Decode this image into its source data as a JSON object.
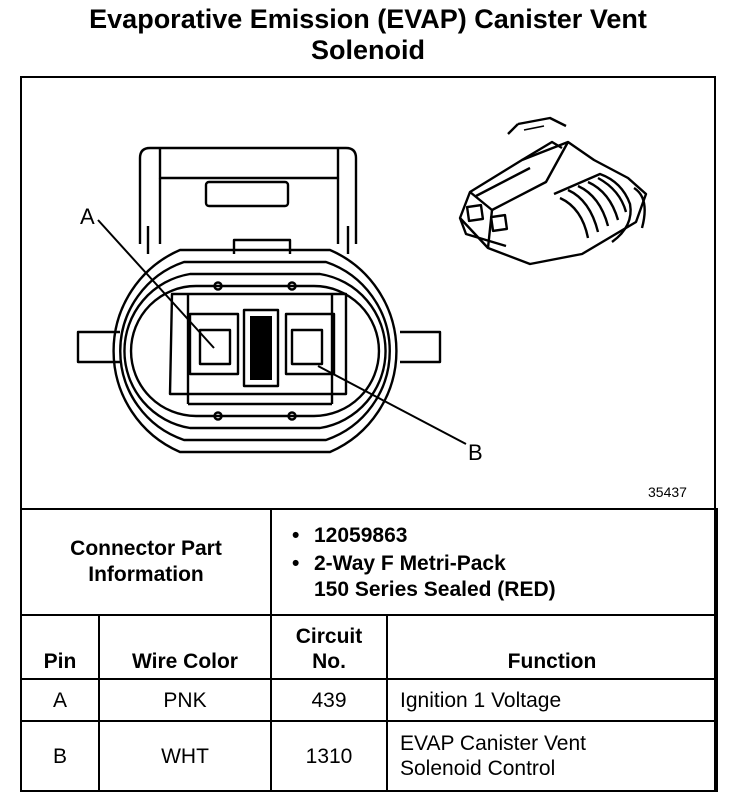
{
  "title": {
    "line1": "Evaporative Emission (EVAP) Canister Vent",
    "line2": "Solenoid"
  },
  "diagram": {
    "label_a": "A",
    "label_b": "B",
    "drawing_number": "35437"
  },
  "connector_info": {
    "label_line1": "Connector Part",
    "label_line2": "Information",
    "items": [
      "12059863",
      "2-Way F Metri-Pack",
      "150 Series Sealed (RED)"
    ]
  },
  "table": {
    "headers": {
      "pin": "Pin",
      "wire_color": "Wire Color",
      "circuit_line1": "Circuit",
      "circuit_line2": "No.",
      "function": "Function"
    },
    "rows": [
      {
        "pin": "A",
        "wire_color": "PNK",
        "circuit": "439",
        "function_line1": "Ignition 1 Voltage",
        "function_line2": ""
      },
      {
        "pin": "B",
        "wire_color": "WHT",
        "circuit": "1310",
        "function_line1": "EVAP Canister Vent",
        "function_line2": "Solenoid Control"
      }
    ]
  }
}
